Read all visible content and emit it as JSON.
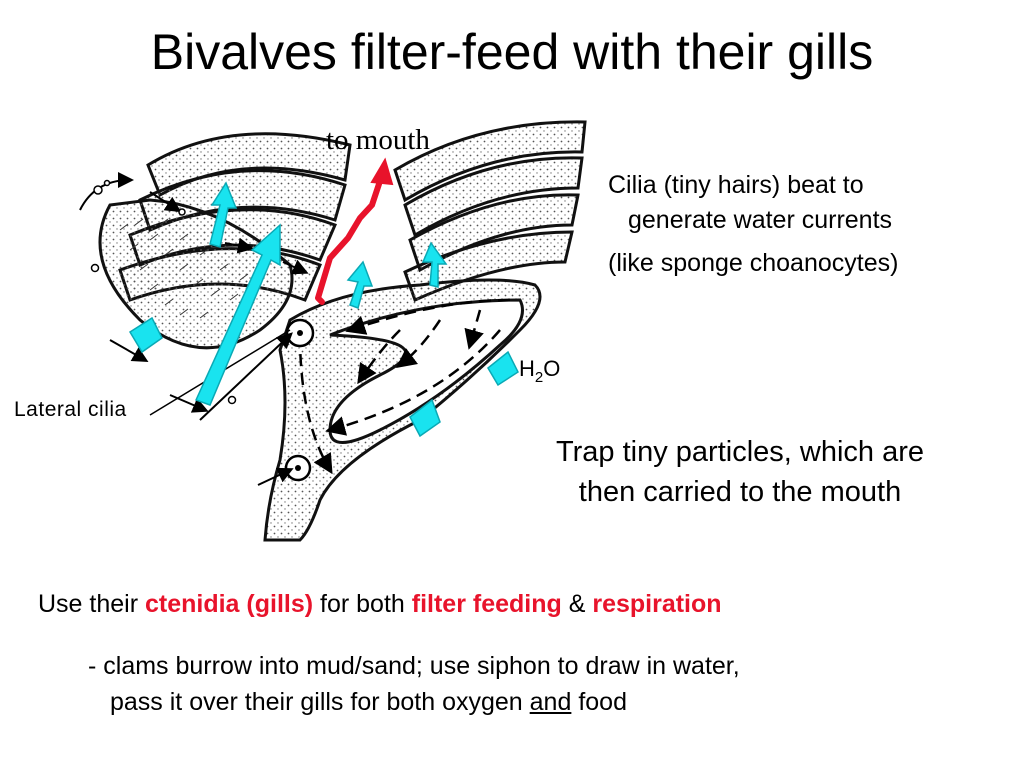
{
  "title": "Bivalves filter-feed with their gills",
  "diagram": {
    "label_to_mouth": "to mouth",
    "label_lateral_cilia": "Lateral cilia",
    "label_h2o_main": "H",
    "label_h2o_sub": "2",
    "label_h2o_end": "O",
    "colors": {
      "water_arrow": "#19e3ef",
      "mouth_arrow": "#e8132b",
      "gill_fill": "#f2f2f2"
    }
  },
  "cilia_text": {
    "line1": "Cilia (tiny hairs) beat to",
    "line2": "generate water currents",
    "line3": "(like sponge choanocytes)"
  },
  "trap_text": {
    "line1": "Trap tiny particles, which are",
    "line2": "then carried to the mouth"
  },
  "use_line": {
    "part1": "Use their ",
    "ctenidia": "ctenidia (gills)",
    "part2": " for both ",
    "filter": "filter feeding",
    "part3": " & ",
    "respiration": "respiration"
  },
  "clam_line": {
    "line1": "- clams burrow into mud/sand; use siphon to draw in water,",
    "line2_a": "pass it over their gills for both oxygen ",
    "line2_and": "and",
    "line2_b": " food"
  }
}
